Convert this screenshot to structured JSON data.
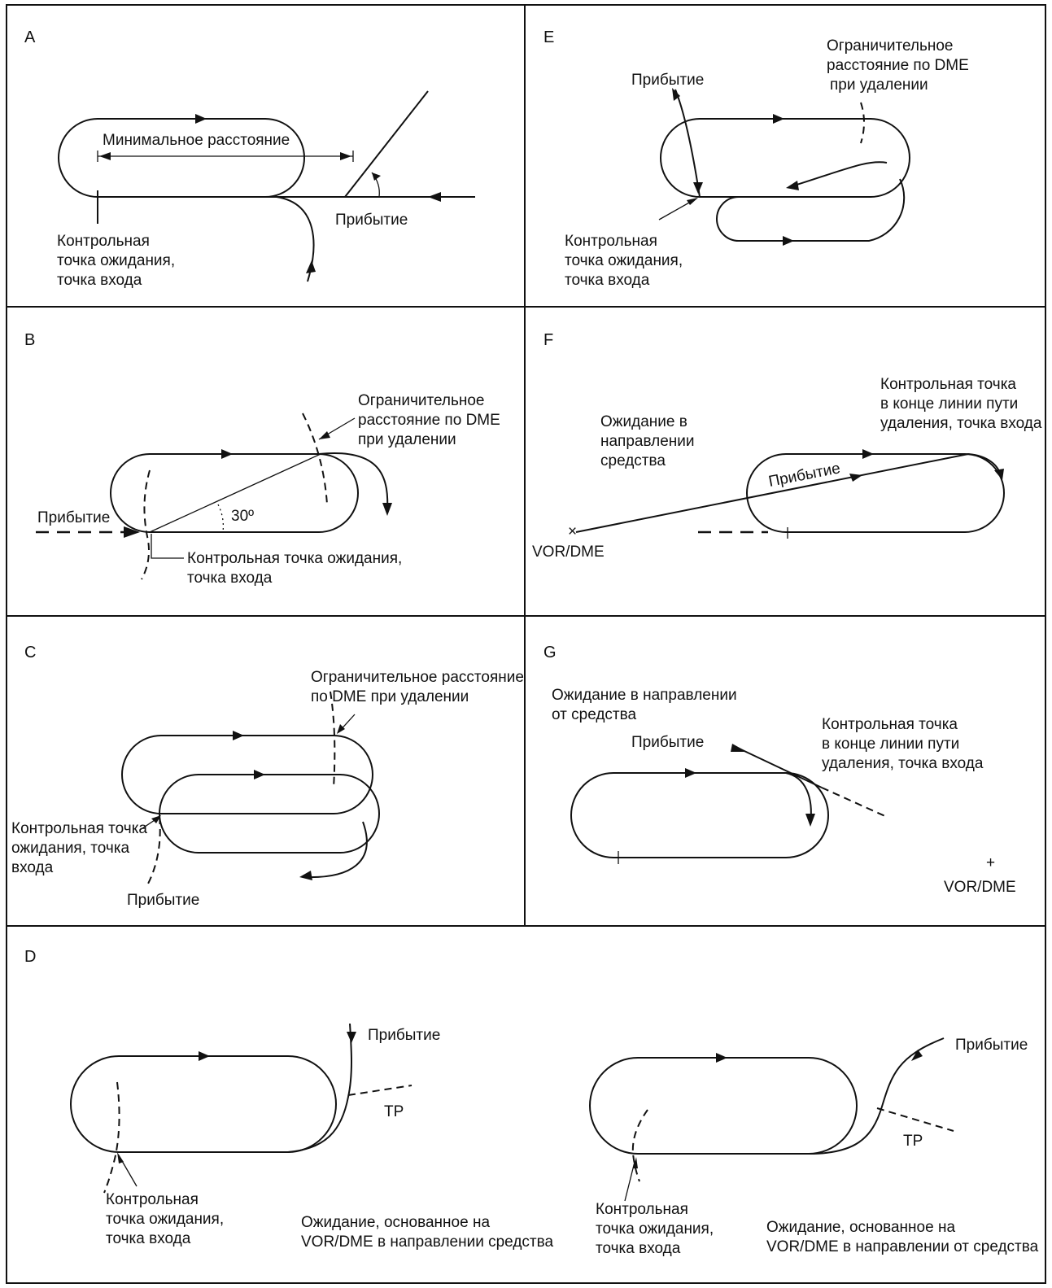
{
  "panels": {
    "A": {
      "letter": "A",
      "min_distance": "Минимальное расстояние",
      "arrival": "Прибытие",
      "fix_l1": "Контрольная",
      "fix_l2": "точка ожидания,",
      "fix_l3": "точка входа"
    },
    "B": {
      "letter": "B",
      "limit_l1": "Ограничительное",
      "limit_l2": "расстояние по DME",
      "limit_l3": "при удалении",
      "arrival": "Прибытие",
      "angle": "30º",
      "fix_l1": "Контрольная точка ожидания,",
      "fix_l2": "точка входа"
    },
    "C": {
      "letter": "C",
      "limit_l1": "Ограничительное расстояние",
      "limit_l2": "по DME при удалении",
      "fix_l1": "Контрольная точка",
      "fix_l2": "ожидания, точка",
      "fix_l3": "входа",
      "arrival": "Прибытие"
    },
    "D": {
      "letter": "D",
      "left": {
        "arrival": "Прибытие",
        "tp": "TP",
        "fix_l1": "Контрольная",
        "fix_l2": "точка ожидания,",
        "fix_l3": "точка входа",
        "caption_l1": "Ожидание, основанное на",
        "caption_l2": "VOR/DME в направлении средства"
      },
      "right": {
        "arrival": "Прибытие",
        "tp": "TP",
        "fix_l1": "Контрольная",
        "fix_l2": "точка ожидания,",
        "fix_l3": "точка входа",
        "caption_l1": "Ожидание, основанное на",
        "caption_l2": "VOR/DME в направлении от средства"
      }
    },
    "E": {
      "letter": "E",
      "arrival": "Прибытие",
      "limit_l1": "Ограничительное",
      "limit_l2": "расстояние по DME",
      "limit_l3": "при удалении",
      "fix_l1": "Контрольная",
      "fix_l2": "точка ожидания,",
      "fix_l3": "точка входа"
    },
    "F": {
      "letter": "F",
      "fix_l1": "Контрольная точка",
      "fix_l2": "в конце линии пути",
      "fix_l3": "удаления, точка входа",
      "hold_l1": "Ожидание в",
      "hold_l2": "направлении",
      "hold_l3": "средства",
      "arrival": "Прибытие",
      "nav": "VOR/DME"
    },
    "G": {
      "letter": "G",
      "hold_l1": "Ожидание в направлении",
      "hold_l2": "от средства",
      "fix_l1": "Контрольная точка",
      "fix_l2": "в конце линии пути",
      "fix_l3": "удаления, точка входа",
      "arrival": "Прибытие",
      "nav": "VOR/DME"
    }
  },
  "colors": {
    "ink": "#111111",
    "background": "#ffffff"
  }
}
